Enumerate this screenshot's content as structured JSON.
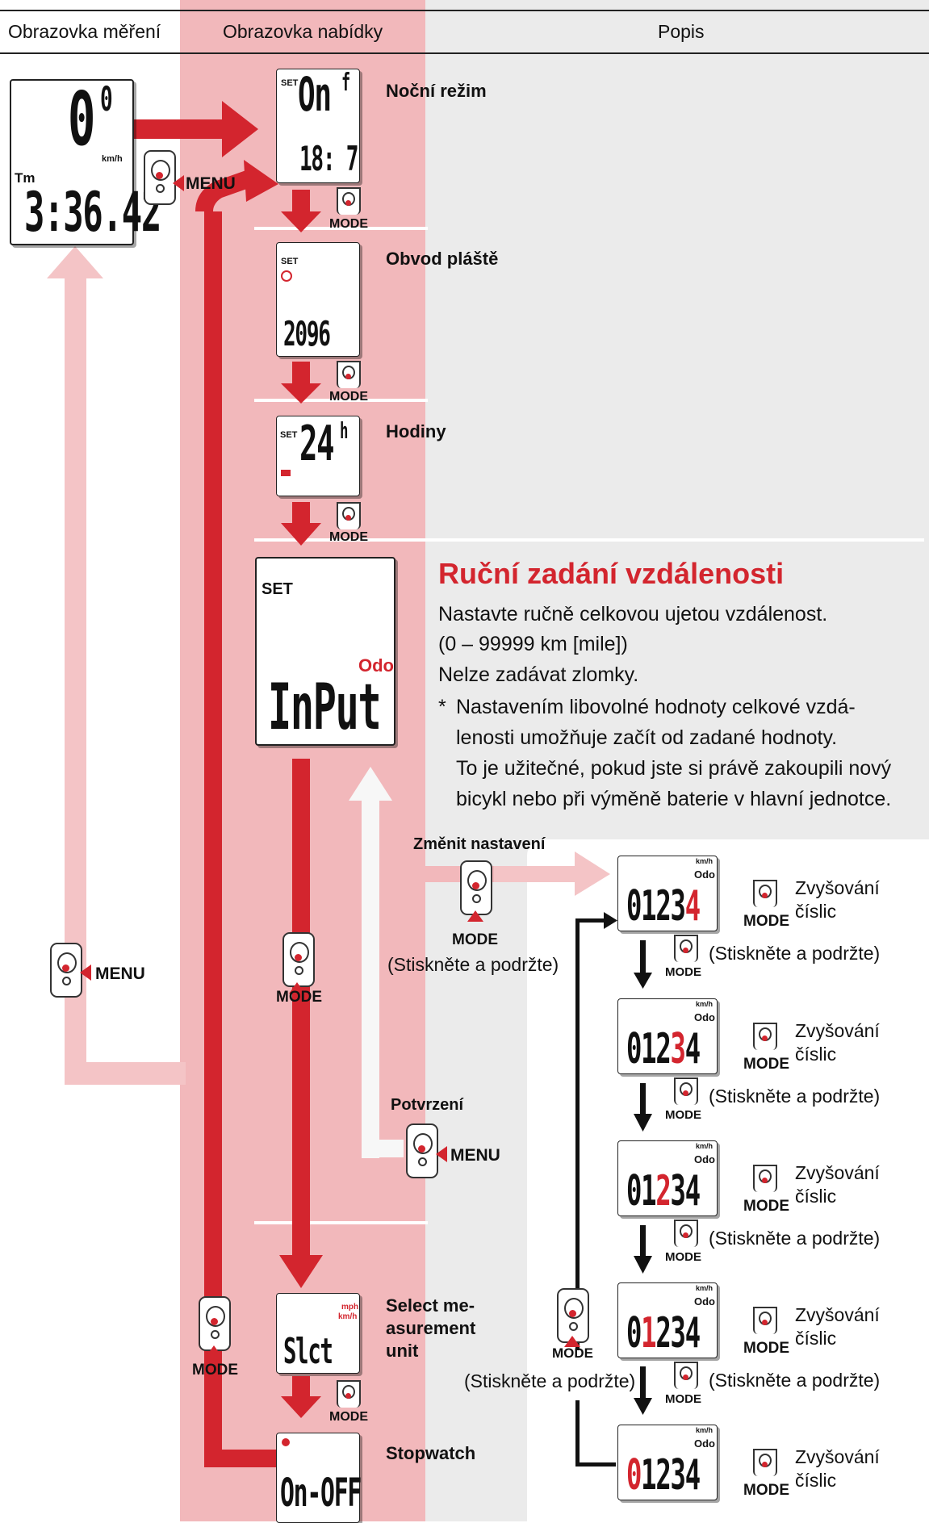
{
  "header": {
    "col1": "Obrazovka měření",
    "col2": "Obrazovka nabídky",
    "col3": "Popis"
  },
  "measure_screen": {
    "speed": "0",
    "speed_sup": "0",
    "unit": "km/h",
    "label": "Tm",
    "time": "3:36.42"
  },
  "buttons": {
    "menu": "MENU",
    "mode": "MODE"
  },
  "menu_items": [
    {
      "title": "Noční režim",
      "lcd_top": "On",
      "lcd_top_sup": "f",
      "lcd_bottom": "18: 7",
      "set": "SET"
    },
    {
      "title": "Obvod pláště",
      "lcd_value": "2096",
      "set": "SET"
    },
    {
      "title": "Hodiny",
      "lcd_value": "24",
      "lcd_sup": "h",
      "set": "SET"
    },
    {
      "title": "Select me-\nasurement\nunit",
      "lcd_value": "Slct",
      "unit1": "mph",
      "unit2": "km/h"
    },
    {
      "title": "Stopwatch",
      "lcd_value": "On-OFF"
    }
  ],
  "odo_section": {
    "heading": "Ruční zadání vzdálenosti",
    "lcd_set": "SET",
    "lcd_odo": "Odo",
    "lcd_value": "InPut",
    "desc1": "Nastavte ručně celkovou ujetou vzdálenost.",
    "desc2": "(0 – 99999 km [mile])",
    "desc3": "Nelze zadávat zlomky.",
    "note_star": "*",
    "note1": "Nastavením libovolné hodnoty celkové vzdá-",
    "note2": "lenosti umožňuje začít od zadané hodnoty.",
    "note3": "To je užitečné, pokud jste si právě zakoupili nový",
    "note4": "bicykl nebo při výměně baterie v hlavní jednotce."
  },
  "labels": {
    "change": "Změnit nastavení",
    "hold": "(Stiskněte a podržte)",
    "confirm": "Potvrzení",
    "increase1": "Zvyšování",
    "increase2": "číslic"
  },
  "odo_digits": {
    "unit": "km/h",
    "odo": "Odo",
    "steps": [
      "01234",
      "01234",
      "01234",
      "01234",
      "01234"
    ],
    "highlight_index": [
      4,
      3,
      2,
      1,
      0
    ]
  },
  "colors": {
    "accent": "#d3252e",
    "band_pink": "#f2b8bb",
    "arrow_pink": "#f4c4c6",
    "gray_panel": "#ebebeb",
    "arrow_red": "#d3252e"
  }
}
